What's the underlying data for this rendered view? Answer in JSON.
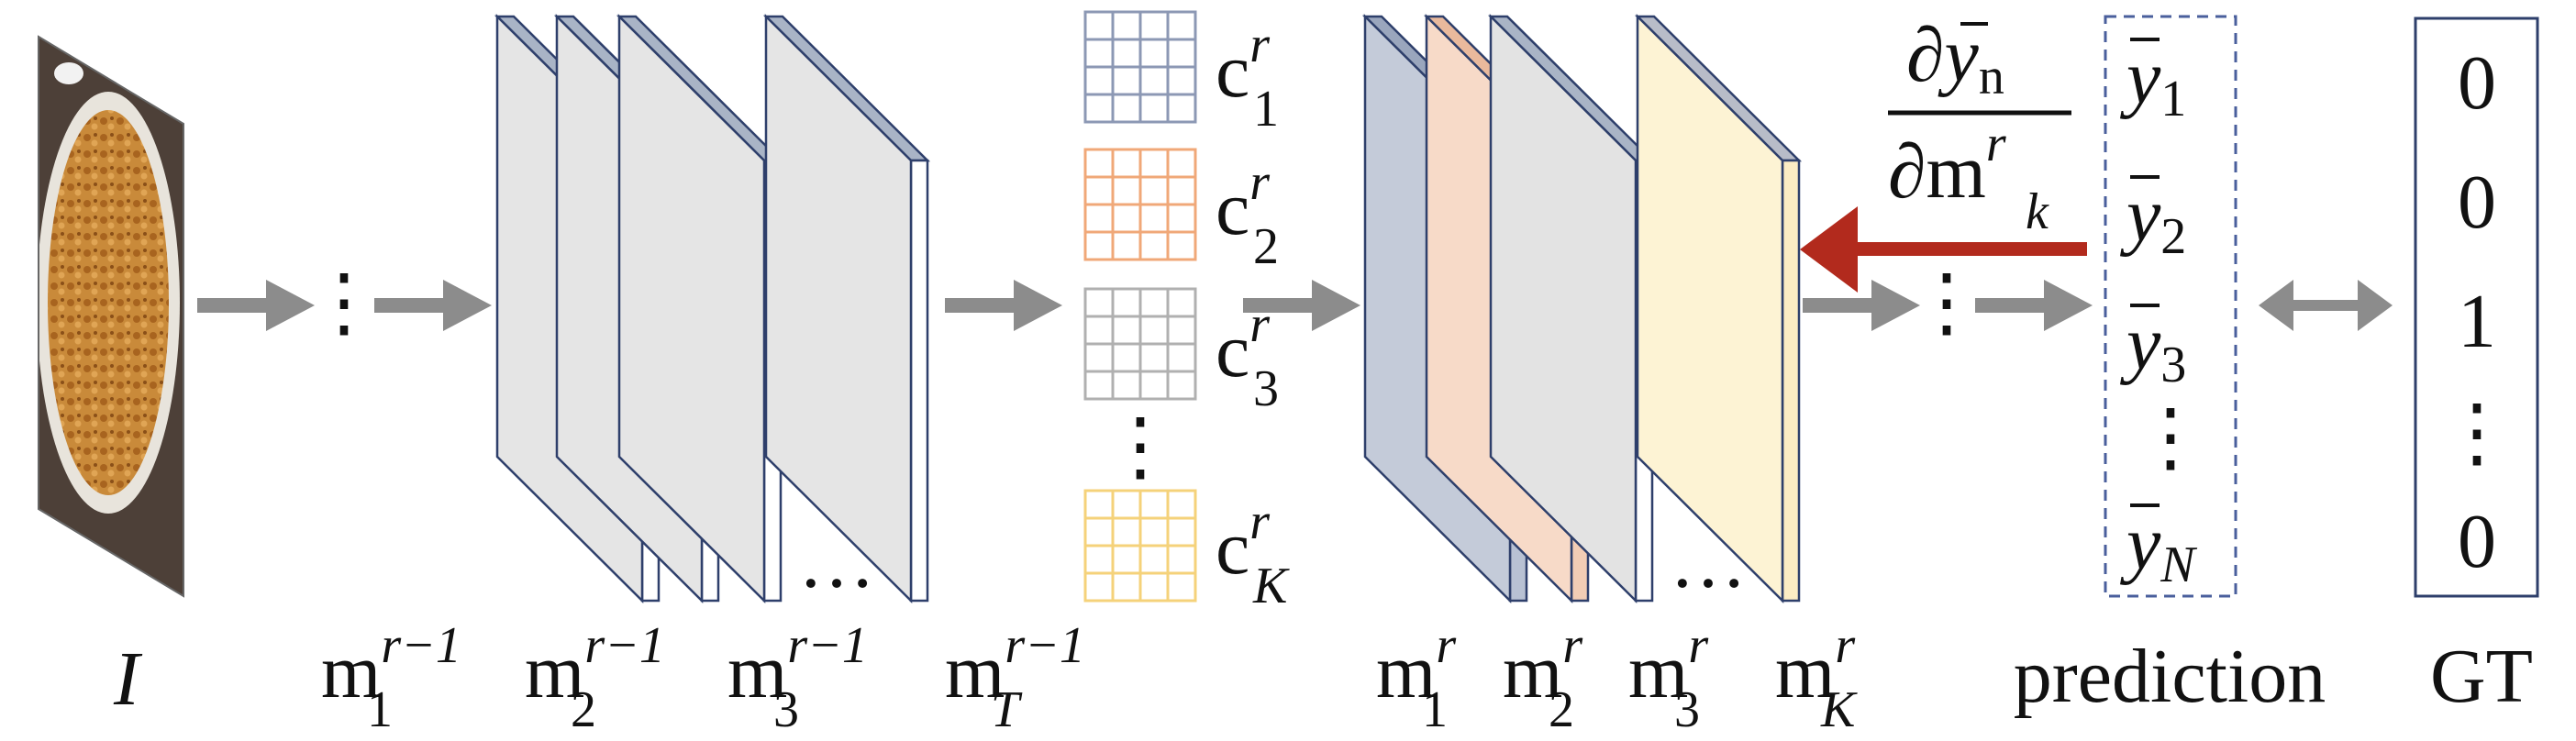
{
  "input": {
    "symbol": "I"
  },
  "prev_maps": {
    "base": "m",
    "superscript": "r−1",
    "subscripts": [
      "1",
      "2",
      "3",
      "T"
    ],
    "ellipsis": "…"
  },
  "channels": {
    "base": "c",
    "superscript": "r",
    "subscripts": [
      "1",
      "2",
      "3",
      "K"
    ],
    "colors": [
      "#8c98b4",
      "#f0a878",
      "#b0b0b0",
      "#f5d27a"
    ],
    "vdots": "⋮"
  },
  "maps": {
    "base": "m",
    "superscript": "r",
    "subscripts": [
      "1",
      "2",
      "3",
      "K"
    ],
    "ellipsis": "…",
    "colors": [
      "#c4cbd9",
      "#f7dac8",
      "#e3e3e3",
      "#fdf3d4"
    ]
  },
  "gradient": {
    "numerator_partial": "∂",
    "numerator_var": "y",
    "numerator_sub": "n",
    "denominator_partial": "∂",
    "denominator_var": "m",
    "denominator_sup": "r",
    "denominator_sub": "k",
    "arrow_color": "#b22a1d"
  },
  "prediction": {
    "var": "y",
    "subscripts": [
      "1",
      "2",
      "3",
      "N"
    ],
    "vdots": "⋮",
    "label": "prediction"
  },
  "gt": {
    "values": [
      "0",
      "0",
      "1",
      "0"
    ],
    "vdots": "⋮",
    "label": "GT"
  },
  "flow_dots": "⋮"
}
